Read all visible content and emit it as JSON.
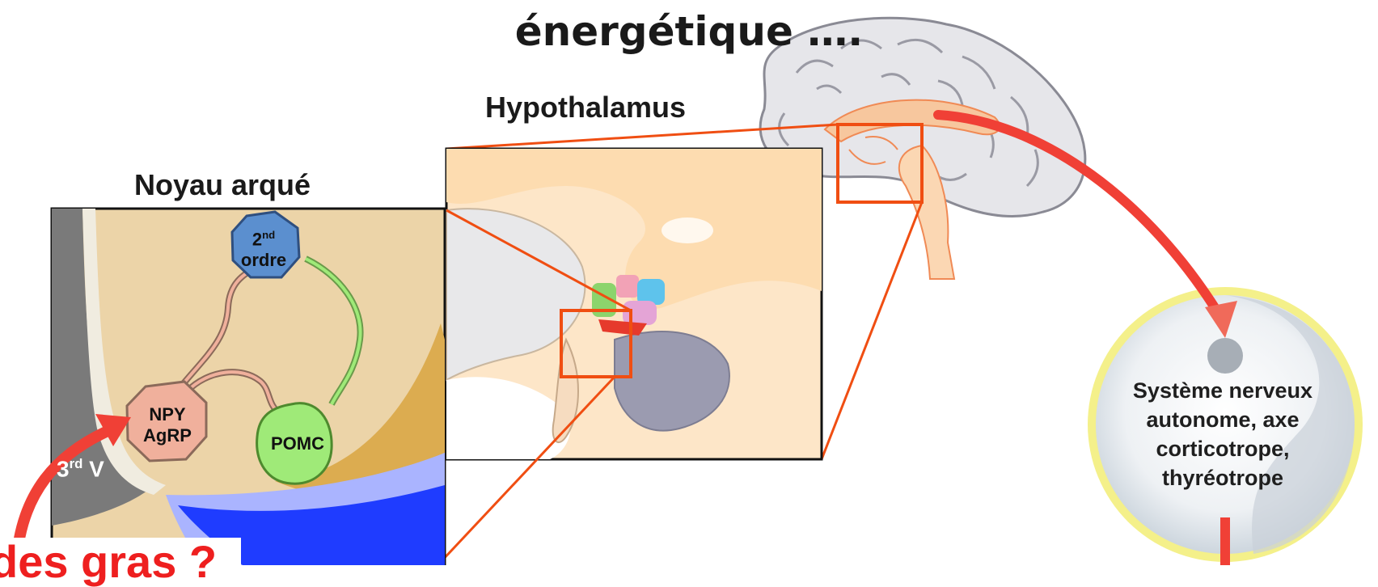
{
  "header": {
    "title": "énergétique …."
  },
  "labels": {
    "hypothalamus": "Hypothalamus",
    "noyau_arque": "Noyau arqué"
  },
  "neurons": {
    "second_order": {
      "line1": "2",
      "sup": "nd",
      "line2": "ordre"
    },
    "npy_agrp": {
      "line1": "NPY",
      "line2": "AgRP"
    },
    "pomc": "POMC"
  },
  "ventricle": {
    "main": "3",
    "sup": "rd",
    "tail": " V"
  },
  "outcome": {
    "line1": "Système nerveux",
    "line2": "autonome, axe",
    "line3": "corticotrope,",
    "line4": "thyréotrope"
  },
  "question": "des gras ?",
  "colors": {
    "orange_frame": "#f04e12",
    "red_arrow": "#f04036",
    "nucleus_bg": "#ecd4a8",
    "second_order_cell": "#5b8fcf",
    "npy_cell": "#f0b09c",
    "pomc_cell": "#9fea78",
    "yinyang_ring": "#f4f08a"
  }
}
